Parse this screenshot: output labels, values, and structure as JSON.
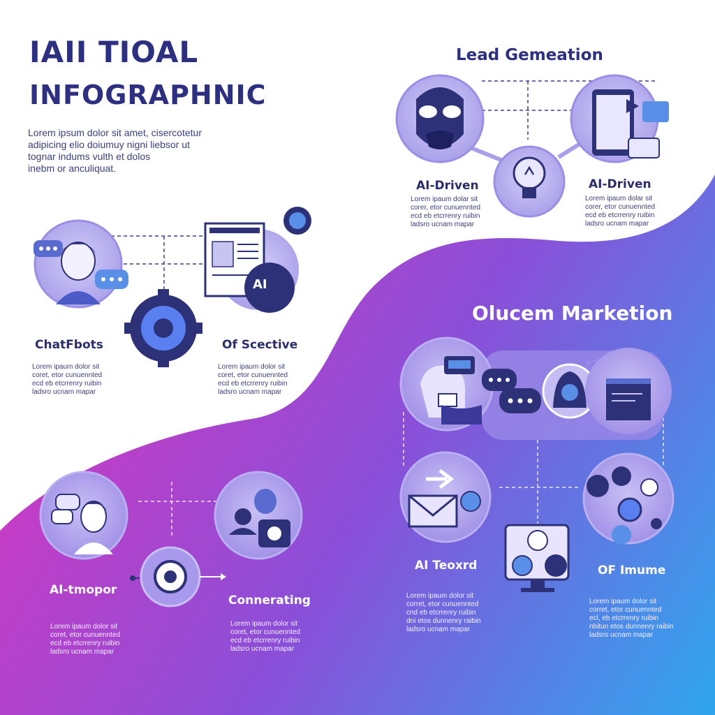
{
  "header": {
    "title_line1": "IAII TIOAL",
    "title_line2": "INFOGRAPHNIC",
    "intro_lines": [
      "Lorem ipsum dolor sit amet, cisercotetur",
      "adipicing elio doiumuy nigni liebsor ut",
      "tognar indums vulth et dolos",
      "inebm or anculiquat."
    ]
  },
  "lead_generation": {
    "title": "Lead Gemeation",
    "items": [
      {
        "label": "AI-Driven",
        "blurb": [
          "Lorem ipaum dolar sit",
          "corer, etor cunuennted",
          "ecd eb etcrrenry ruibin",
          "ladsro ucnam mapar"
        ]
      },
      {
        "label": "AI-Driven",
        "blurb": [
          "Lorem ipaum dolar sit",
          "corer, etor cunuennted",
          "ecd eb etcrrenry ruibin",
          "ladsro ucnam mapar"
        ]
      }
    ]
  },
  "left_section": {
    "items": [
      {
        "label": "ChatFbots",
        "blurb": [
          "Lorem ipaum dolor sit",
          "coret, etor cunuennted",
          "ecd eb etcrrenry ruibin",
          "ladsro ucnam mapar"
        ]
      },
      {
        "label": "Of Scective",
        "blurb": [
          "Lorem ipaum dolor sit",
          "coret, etor cunuennted",
          "ecd eb etcrrenry ruibin",
          "ladsro ucnam mapar"
        ]
      }
    ],
    "ai_badge_text": "AI"
  },
  "marketing": {
    "title": "Olucem Marketion",
    "items": [
      {
        "label": "AI Teoxrd",
        "blurb": [
          "Lorem ipaum dolor sit",
          "corret, etor cunuennted",
          "cnd eb etcrrenry ruibin",
          "dni etos dunnenry raibin",
          "ladsro ucnam mapar"
        ]
      },
      {
        "label": "OF Imume",
        "blurb": [
          "Lorem ipaum dolor sit",
          "corret, etor cunuennted",
          "ecl, eb etcrrenry ruibin",
          "nbitun etos dunnenry raibin",
          "ladsro ucnam mapar"
        ]
      }
    ]
  },
  "bottom_left": {
    "items": [
      {
        "label": "AI-tmopor",
        "blurb": [
          "Lorem ipaum dolor sit",
          "coret, etor cunuennted",
          "ecd eb etcrrenry ruibin",
          "ladsro ucnam mapar"
        ]
      },
      {
        "label": "Connerating",
        "blurb": [
          "Lorem ipaum dolor sit",
          "coret, etor cunuennted",
          "ecd eb etcrrenry ruibin",
          "ladsro ucnam mapar"
        ]
      }
    ]
  },
  "colors": {
    "navy": "#2d2f80",
    "magenta": "#c63cc6",
    "purple": "#7b4fd6",
    "blue": "#3aa0ee",
    "circle_fill": "#b9b3ef",
    "circle_ring": "#9a8fe6"
  }
}
